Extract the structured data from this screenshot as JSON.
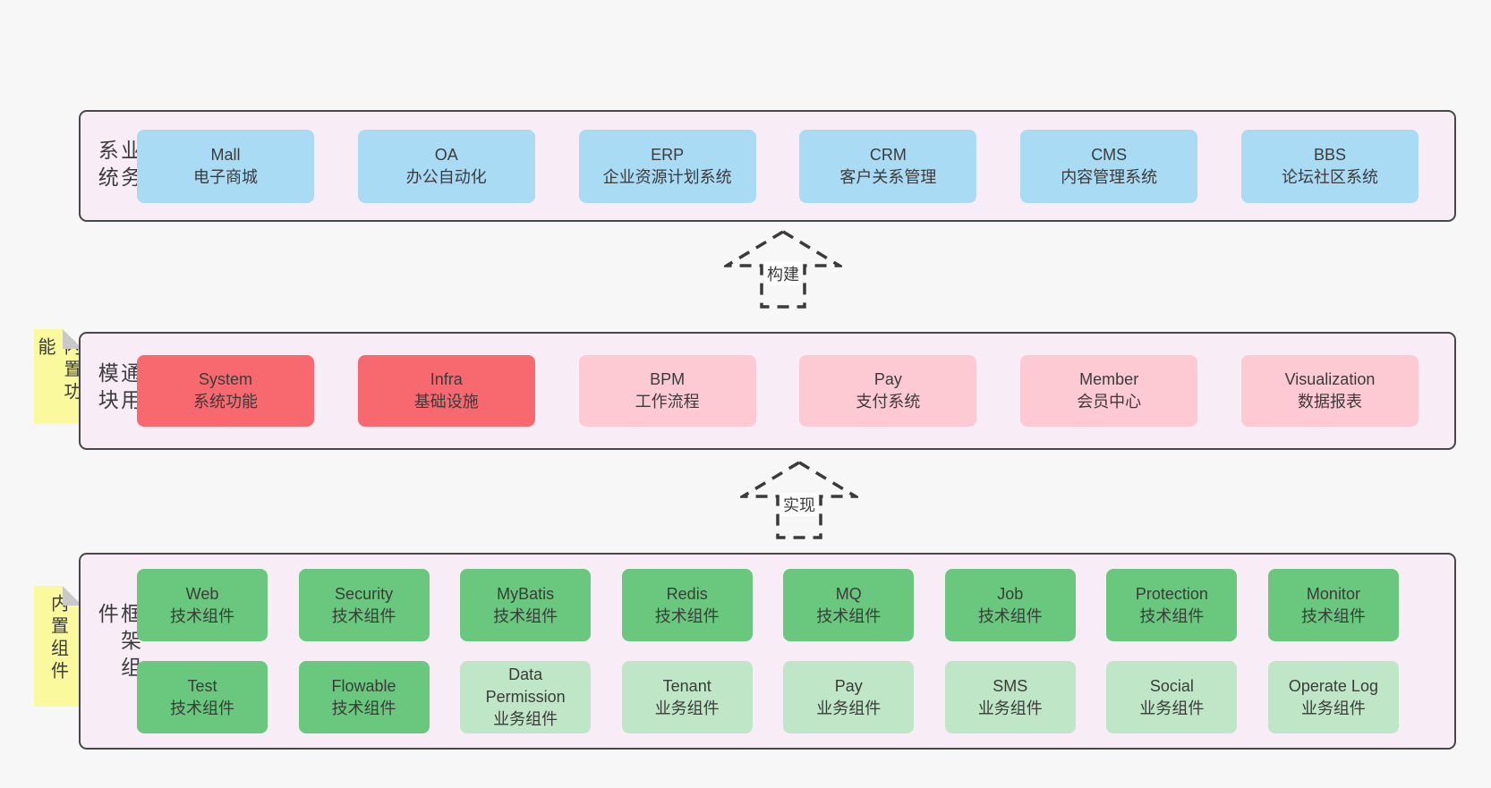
{
  "colors": {
    "page_bg": "#f7f7f7",
    "band_bg": "#f8edf6",
    "band_border": "#474747",
    "blue": "#a9dbf5",
    "red": "#f7696f",
    "pink": "#fdc9d2",
    "green": "#69c87d",
    "green_light": "#bfe6c6",
    "sticky": "#fbf99e",
    "sticky_fold": "#c9c9c9",
    "arrow_stroke": "#3a3a3a",
    "text": "#3b3b3b"
  },
  "arrows": [
    {
      "label": "构建"
    },
    {
      "label": "实现"
    }
  ],
  "bands": [
    {
      "id": "business-systems",
      "label": "业务系统",
      "sticky": null,
      "rows": [
        [
          {
            "title": "Mall",
            "subtitle": "电子商城",
            "type": "blue"
          },
          {
            "title": "OA",
            "subtitle": "办公自动化",
            "type": "blue"
          },
          {
            "title": "ERP",
            "subtitle": "企业资源计划系统",
            "type": "blue"
          },
          {
            "title": "CRM",
            "subtitle": "客户关系管理",
            "type": "blue"
          },
          {
            "title": "CMS",
            "subtitle": "内容管理系统",
            "type": "blue"
          },
          {
            "title": "BBS",
            "subtitle": "论坛社区系统",
            "type": "blue"
          }
        ]
      ]
    },
    {
      "id": "common-modules",
      "label": "通用模块",
      "sticky": "内置功能",
      "rows": [
        [
          {
            "title": "System",
            "subtitle": "系统功能",
            "type": "red"
          },
          {
            "title": "Infra",
            "subtitle": "基础设施",
            "type": "red"
          },
          {
            "title": "BPM",
            "subtitle": "工作流程",
            "type": "pink"
          },
          {
            "title": "Pay",
            "subtitle": "支付系统",
            "type": "pink"
          },
          {
            "title": "Member",
            "subtitle": "会员中心",
            "type": "pink"
          },
          {
            "title": "Visualization",
            "subtitle": "数据报表",
            "type": "pink"
          }
        ]
      ]
    },
    {
      "id": "framework-components",
      "label": "框架组件",
      "sticky": "内置组件",
      "rows": [
        [
          {
            "title": "Web",
            "subtitle": "技术组件",
            "type": "green"
          },
          {
            "title": "Security",
            "subtitle": "技术组件",
            "type": "green"
          },
          {
            "title": "MyBatis",
            "subtitle": "技术组件",
            "type": "green"
          },
          {
            "title": "Redis",
            "subtitle": "技术组件",
            "type": "green"
          },
          {
            "title": "MQ",
            "subtitle": "技术组件",
            "type": "green"
          },
          {
            "title": "Job",
            "subtitle": "技术组件",
            "type": "green"
          },
          {
            "title": "Protection",
            "subtitle": "技术组件",
            "type": "green"
          },
          {
            "title": "Monitor",
            "subtitle": "技术组件",
            "type": "green"
          }
        ],
        [
          {
            "title": "Test",
            "subtitle": "技术组件",
            "type": "green"
          },
          {
            "title": "Flowable",
            "subtitle": "技术组件",
            "type": "green"
          },
          {
            "title": "Data Permission",
            "subtitle": "业务组件",
            "type": "green_light"
          },
          {
            "title": "Tenant",
            "subtitle": "业务组件",
            "type": "green_light"
          },
          {
            "title": "Pay",
            "subtitle": "业务组件",
            "type": "green_light"
          },
          {
            "title": "SMS",
            "subtitle": "业务组件",
            "type": "green_light"
          },
          {
            "title": "Social",
            "subtitle": "业务组件",
            "type": "green_light"
          },
          {
            "title": "Operate Log",
            "subtitle": "业务组件",
            "type": "green_light"
          }
        ]
      ]
    }
  ]
}
